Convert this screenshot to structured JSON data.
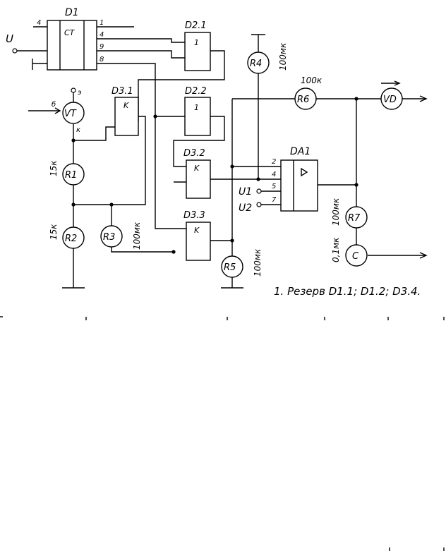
{
  "elements": {
    "d1": {
      "name": "D1",
      "type": "CT",
      "pins": [
        "4",
        "1",
        "4",
        "9",
        "8"
      ]
    },
    "d21": {
      "name": "D2.1",
      "sym": "1"
    },
    "d22": {
      "name": "D2.2",
      "sym": "1"
    },
    "d31": {
      "name": "D3.1",
      "sym": "K"
    },
    "d32": {
      "name": "D3.2",
      "sym": "K"
    },
    "d33": {
      "name": "D3.3",
      "sym": "K"
    },
    "da1": {
      "name": "DA1",
      "pins": [
        "2",
        "4",
        "5",
        "7"
      ]
    },
    "vt": {
      "name": "VT",
      "e": "э",
      "b": "б",
      "k": "к"
    },
    "r1": {
      "name": "R1",
      "value": "15к"
    },
    "r2": {
      "name": "R2",
      "value": "15к"
    },
    "r3": {
      "name": "R3",
      "value": "100мк"
    },
    "r4": {
      "name": "R4",
      "value": "100мк"
    },
    "r5": {
      "name": "R5",
      "value": "100мк"
    },
    "r6": {
      "name": "R6",
      "value": "100к"
    },
    "r7": {
      "name": "R7",
      "value": "100мк"
    },
    "c": {
      "name": "C",
      "value": "0,1мк"
    },
    "vd": {
      "name": "VD"
    }
  },
  "inputs": {
    "u": "U",
    "u1": "U1",
    "u2": "U2"
  },
  "note": "1. Резерв D1.1; D1.2; D3.4."
}
